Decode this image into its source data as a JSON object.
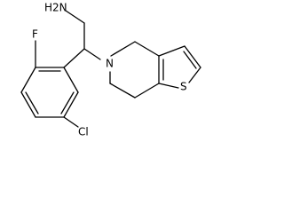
{
  "structure": {
    "atoms": {
      "amine": "H2N",
      "fluorine": "F",
      "nitrogen": "N",
      "chlorine": "Cl",
      "sulfur": "S"
    }
  }
}
